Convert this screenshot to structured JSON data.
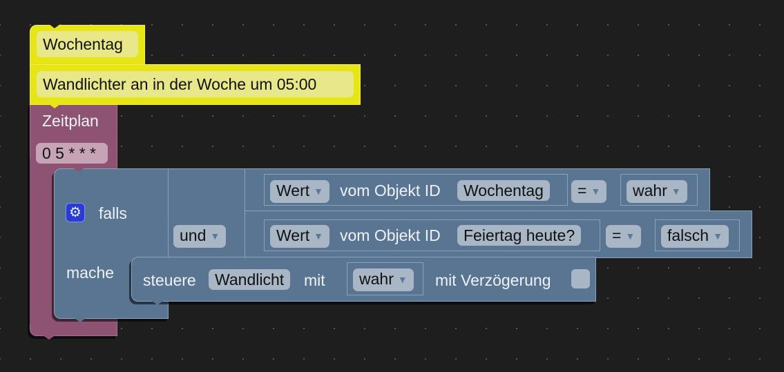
{
  "comments": {
    "title": "Wochentag",
    "description": "Wandlichter an in der Woche um 05:00"
  },
  "schedule": {
    "label": "Zeitplan",
    "cron": "0 5 * * *"
  },
  "if_block": {
    "gear_icon": "gear-icon",
    "if_label": "falls",
    "do_label": "mache",
    "logic_operator": "und"
  },
  "conditions": [
    {
      "value_type": "Wert",
      "from_label": "vom Objekt ID",
      "object_id": "Wochentag",
      "operator": "=",
      "compare_value": "wahr"
    },
    {
      "value_type": "Wert",
      "from_label": "vom Objekt ID",
      "object_id": "Feiertag heute?",
      "operator": "=",
      "compare_value": "falsch"
    }
  ],
  "control": {
    "control_label": "steuere",
    "device": "Wandlicht",
    "with_label": "mit",
    "value": "wahr",
    "delay_label": "mit Verzögerung",
    "delay_checked": false
  },
  "colors": {
    "background": "#1e1e1e",
    "comment_block": "#e6e617",
    "schedule_block": "#8e5272",
    "logic_block": "#5a7592",
    "gear_button": "#2a3bd1"
  }
}
